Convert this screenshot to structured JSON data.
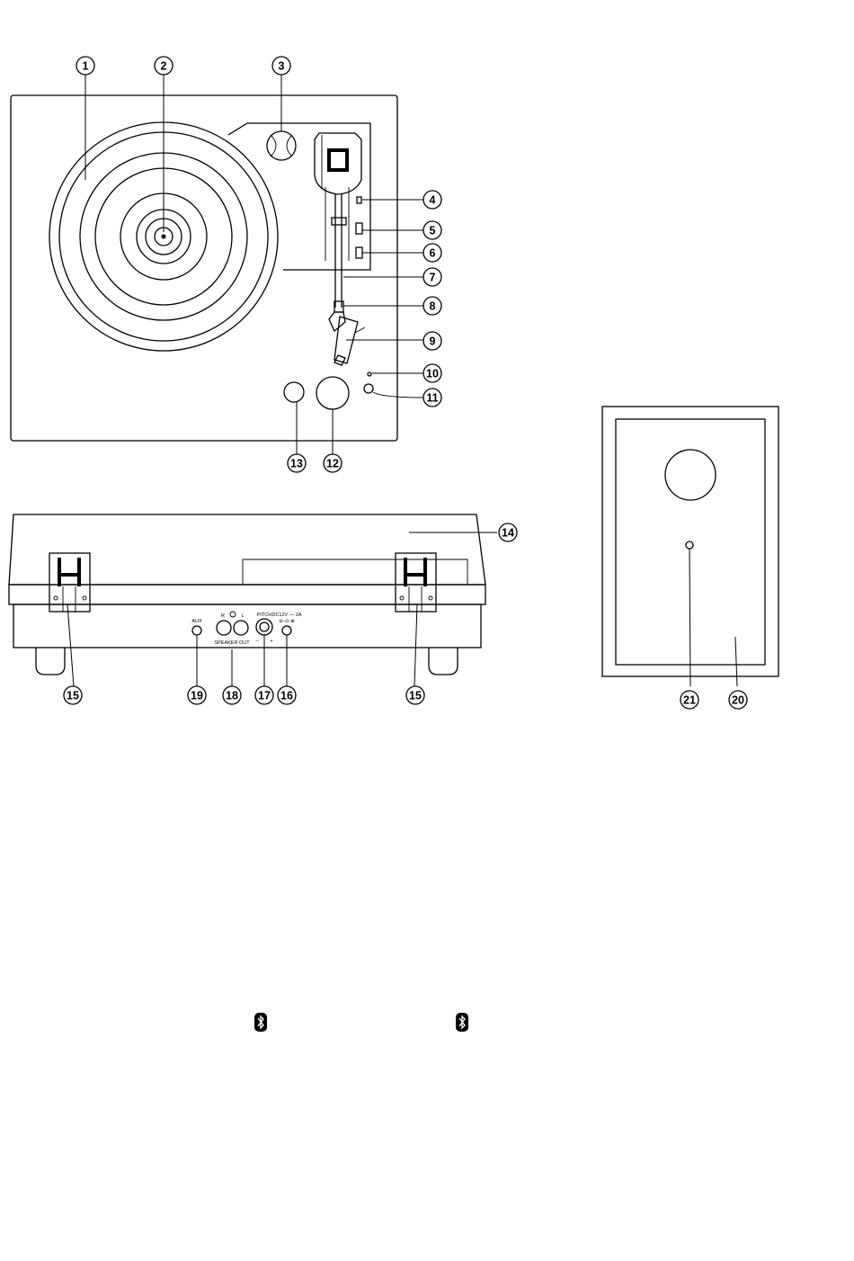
{
  "callouts": [
    {
      "id": "1",
      "text": "1"
    },
    {
      "id": "2",
      "text": "2"
    },
    {
      "id": "3",
      "text": "3"
    },
    {
      "id": "4",
      "text": "4"
    },
    {
      "id": "5",
      "text": "5"
    },
    {
      "id": "6",
      "text": "6"
    },
    {
      "id": "7",
      "text": "7"
    },
    {
      "id": "8",
      "text": "8"
    },
    {
      "id": "9",
      "text": "9"
    },
    {
      "id": "10",
      "text": "10"
    },
    {
      "id": "11",
      "text": "11"
    },
    {
      "id": "12",
      "text": "12"
    },
    {
      "id": "13",
      "text": "13"
    },
    {
      "id": "14",
      "text": "14"
    },
    {
      "id": "15",
      "text": "15"
    },
    {
      "id": "15b",
      "text": "15"
    },
    {
      "id": "16",
      "text": "16"
    },
    {
      "id": "17",
      "text": "17"
    },
    {
      "id": "18",
      "text": "18"
    },
    {
      "id": "19",
      "text": "19"
    },
    {
      "id": "20",
      "text": "20"
    },
    {
      "id": "21",
      "text": "21"
    }
  ],
  "back_panel_labels": {
    "aux": "AUX",
    "r": "R",
    "l": "L",
    "speaker_out": "SPEAKER  OUT",
    "pitch": "PITCH",
    "minus": "–",
    "plus": "+",
    "dc": "DC12V — 2A",
    "dc_polarity": "⊖-⊙-⊕"
  },
  "icons": {
    "bluetooth_1": "bluetooth-icon",
    "bluetooth_2": "bluetooth-icon"
  }
}
